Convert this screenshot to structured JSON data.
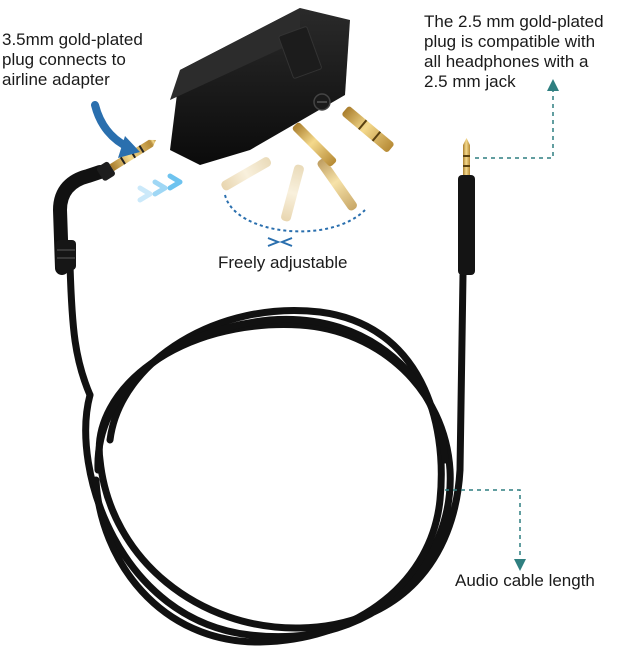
{
  "labels": {
    "plug_35": "3.5mm gold-plated\nplug connects to\nairline adapter",
    "plug_25": "The 2.5 mm gold-plated\nplug is compatible with\nall headphones with a\n2.5 mm jack",
    "adjustable": "Freely adjustable",
    "cable_length": "Audio cable length"
  },
  "colors": {
    "cable": "#111111",
    "gold": "#d8b15a",
    "accent_blue": "#2a6fae",
    "guide_teal": "#2f7f80",
    "arrow_light_blue": "#7dc9f0"
  },
  "icons": [
    "curved-arrow-icon",
    "chevron-arrows-icon",
    "rotation-arc-icon"
  ]
}
